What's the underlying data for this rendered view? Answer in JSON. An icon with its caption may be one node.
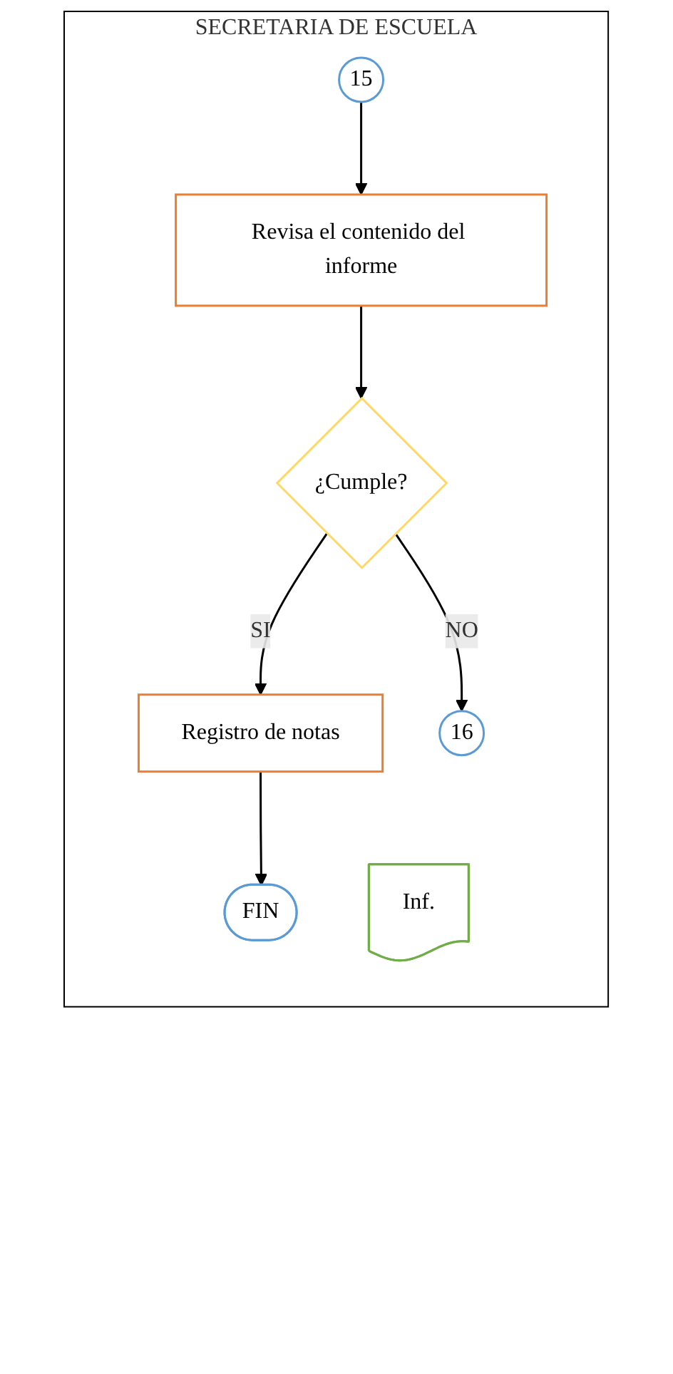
{
  "diagram": {
    "nodes": [
      {
        "text": [
          "SECRETARIA DE ESCUELA"
        ]
      },
      {
        "text": [
          "15"
        ],
        "in": 0
      },
      {
        "text": [
          "Revisa el contenido del informe"
        ],
        "in": 0
      },
      {
        "text": [
          "Inf."
        ],
        "in": 0
      },
      {
        "text": [
          "¿Cumple?"
        ],
        "in": 0
      },
      {
        "text": [
          "Registro de notas"
        ],
        "in": 0
      },
      {
        "text": [
          "16"
        ],
        "in": 0
      },
      {
        "text": [
          "FIN"
        ],
        "in": 0
      }
    ],
    "edges": [
      {
        "from": 1,
        "to": 2,
        "arrow": "to"
      },
      {
        "from": 2,
        "to": 4,
        "arrow": "to"
      },
      {
        "from": 4,
        "to": 5,
        "label": "SI",
        "arrow": "to"
      },
      {
        "from": 4,
        "to": 6,
        "label": "NO",
        "arrow": "to"
      },
      {
        "from": 5,
        "to": 7,
        "arrow": "to"
      }
    ]
  }
}
